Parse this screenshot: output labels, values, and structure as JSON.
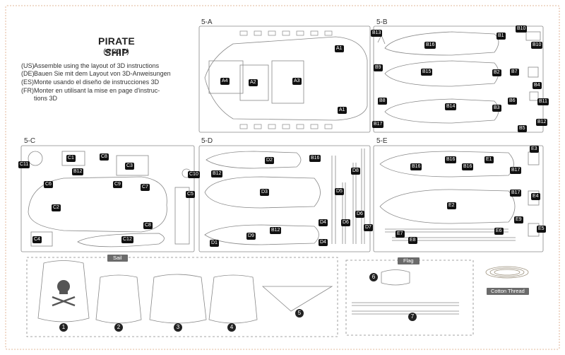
{
  "header": {
    "title": "PIRATE SHIP",
    "code": "(P217)"
  },
  "instructions": [
    {
      "code": "(US)",
      "text": "Assemble using the layout of 3D instructions"
    },
    {
      "code": "(DE)",
      "text": "Bauen Sie mit dem Layout von 3D-Anweisungen"
    },
    {
      "code": "(ES)",
      "text": "Monte usando el diseño de instrucciones 3D"
    },
    {
      "code": "(FR)",
      "text": "Monter en utilisant la mise en page d'instruc-"
    },
    {
      "code": "",
      "text": "tions 3D"
    }
  ],
  "sections": {
    "a": "5-A",
    "b": "5-B",
    "c": "5-C",
    "d": "5-D",
    "e": "5-E"
  },
  "tags": {
    "sail": "Sail",
    "flag": "Flag",
    "thread": "Cotton Thread"
  },
  "parts": {
    "a": [
      "A1",
      "A2",
      "A3",
      "A4",
      "A1"
    ],
    "b": [
      "B1",
      "B2",
      "B3",
      "B4",
      "B5",
      "B6",
      "B7",
      "B8",
      "B9",
      "B10",
      "B10",
      "B11",
      "B12",
      "B13",
      "B14",
      "B15",
      "B16",
      "B17"
    ],
    "c": [
      "C1",
      "C2",
      "C3",
      "C4",
      "C5",
      "C6",
      "C7",
      "C8",
      "C9",
      "C10",
      "C11",
      "C12",
      "B12",
      "C8"
    ],
    "d": [
      "D1",
      "D2",
      "D3",
      "D4",
      "D4",
      "D5",
      "D6",
      "D6",
      "D7",
      "D8",
      "D9",
      "B12",
      "B16",
      "B12"
    ],
    "e": [
      "E1",
      "E2",
      "E3",
      "E4",
      "E5",
      "E6",
      "E7",
      "E8",
      "E9",
      "B16",
      "B16",
      "B16",
      "B17",
      "B17"
    ]
  },
  "sail_numbers": [
    "1",
    "2",
    "3",
    "4",
    "5"
  ],
  "flag_numbers": [
    "6",
    "7"
  ]
}
